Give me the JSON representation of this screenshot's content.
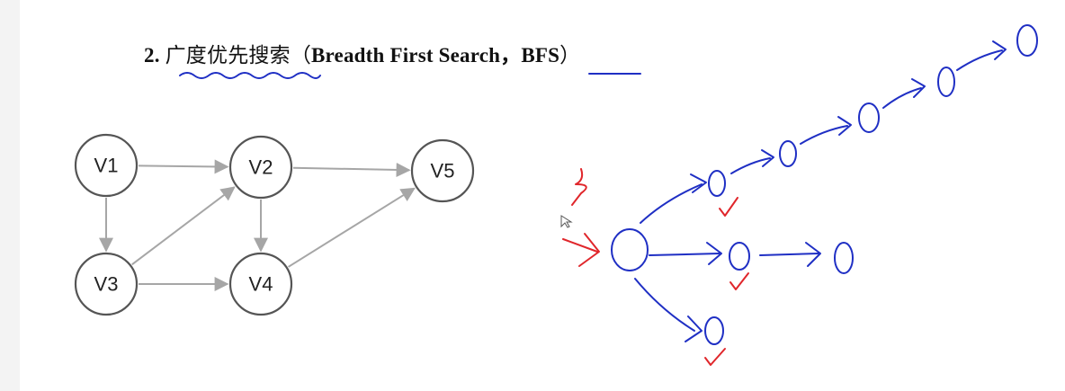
{
  "heading": {
    "number": "2.",
    "title_cn": "广度优先搜索",
    "open_paren": "（",
    "title_en": "Breadth First Search，",
    "abbr": "BFS",
    "close_paren": "）"
  },
  "graph": {
    "nodes": [
      {
        "id": "v1",
        "label": "V1"
      },
      {
        "id": "v2",
        "label": "V2"
      },
      {
        "id": "v3",
        "label": "V3"
      },
      {
        "id": "v4",
        "label": "V4"
      },
      {
        "id": "v5",
        "label": "V5"
      }
    ],
    "edges": [
      {
        "from": "v1",
        "to": "v2"
      },
      {
        "from": "v1",
        "to": "v3"
      },
      {
        "from": "v3",
        "to": "v2"
      },
      {
        "from": "v3",
        "to": "v4"
      },
      {
        "from": "v2",
        "to": "v4"
      },
      {
        "from": "v2",
        "to": "v5"
      },
      {
        "from": "v4",
        "to": "v5"
      }
    ]
  },
  "colors": {
    "ink_blue": "#1f2fc4",
    "ink_red": "#e0262b",
    "edge_gray": "#a6a6a6",
    "node_stroke": "#555555"
  }
}
